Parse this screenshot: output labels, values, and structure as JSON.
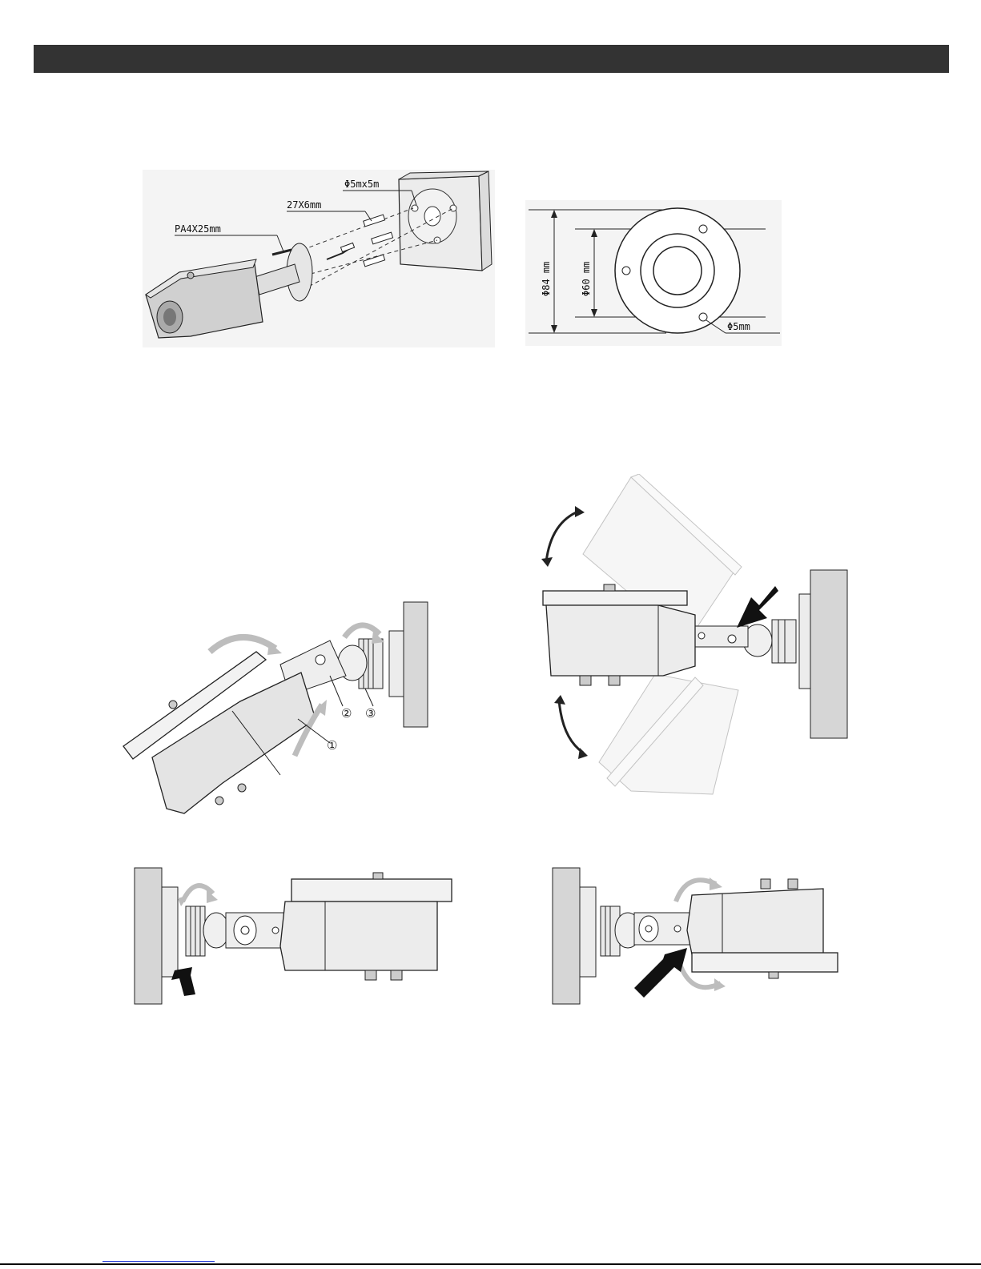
{
  "labels": {
    "bolt": "PA4X25mm",
    "anchor": "27X6mm",
    "wire": "Φ5mx5m",
    "outer_dia": "Φ84 mm",
    "inner_dia": "Φ60 mm",
    "hole_dia": "Φ5mm"
  },
  "callouts": {
    "c1": "①",
    "c2": "②",
    "c3": "③"
  }
}
